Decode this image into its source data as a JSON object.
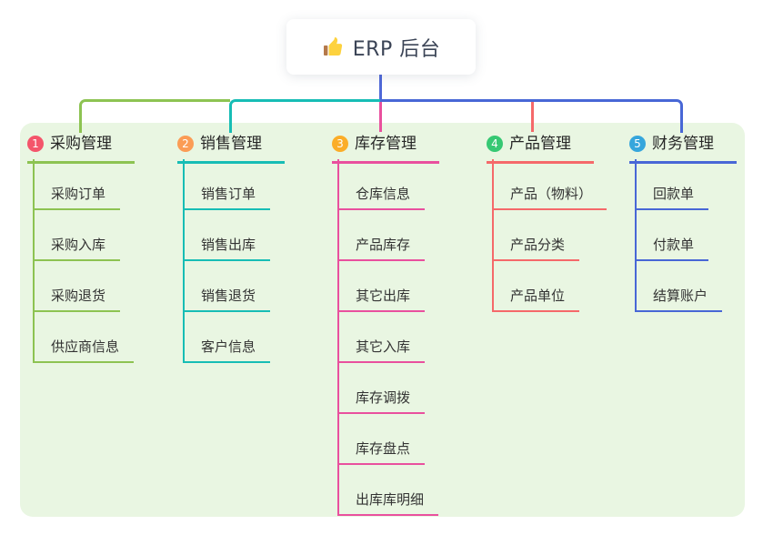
{
  "root": {
    "label": "ERP 后台",
    "icon": "thumbs-up-icon",
    "connector_color": "#4f68d8"
  },
  "branches": [
    {
      "number": "1",
      "label": "采购管理",
      "badge_color": "#f4556b",
      "line_color": "#8dc352",
      "children": [
        "采购订单",
        "采购入库",
        "采购退货",
        "供应商信息"
      ]
    },
    {
      "number": "2",
      "label": "销售管理",
      "badge_color": "#fb9c55",
      "line_color": "#17bdb5",
      "children": [
        "销售订单",
        "销售出库",
        "销售退货",
        "客户信息"
      ]
    },
    {
      "number": "3",
      "label": "库存管理",
      "badge_color": "#fbad28",
      "line_color": "#e9509e",
      "children": [
        "仓库信息",
        "产品库存",
        "其它出库",
        "其它入库",
        "库存调拨",
        "库存盘点",
        "出库库明细"
      ]
    },
    {
      "number": "4",
      "label": "产品管理",
      "badge_color": "#36c873",
      "line_color": "#f5696a",
      "children": [
        "产品（物料）",
        "产品分类",
        "产品单位"
      ]
    },
    {
      "number": "5",
      "label": "财务管理",
      "badge_color": "#36a6dc",
      "line_color": "#4867d6",
      "children": [
        "回款单",
        "付款单",
        "结算账户"
      ]
    }
  ],
  "colors": {
    "panel_bg": "#e9f6e2",
    "card_bg": "#ffffff",
    "text": "#333333"
  }
}
